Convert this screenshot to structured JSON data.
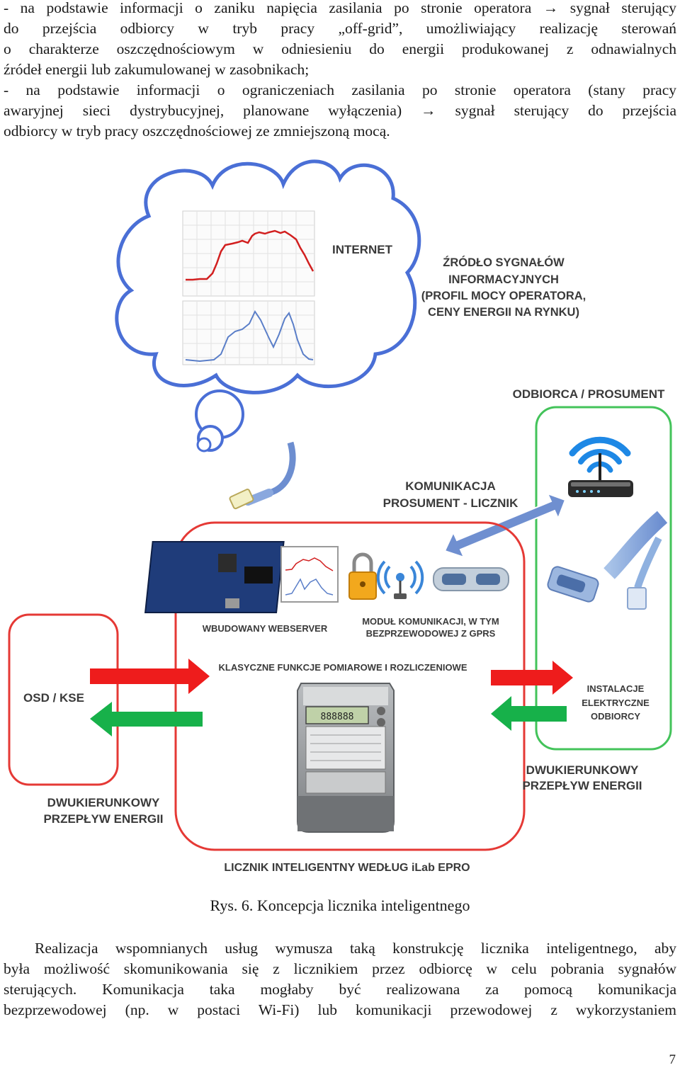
{
  "top_paragraph": {
    "lines": [
      "- na podstawie informacji o zaniku napięcia zasilania po stronie operatora → sygnał sterujący",
      "do przejścia odbiorcy w tryb pracy „off-grid”, umożliwiający realizację sterowań",
      "o charakterze oszczędnościowym w odniesieniu do energii produkowanej z odnawialnych",
      "źródeł energii lub zakumulowanej w zasobnikach;",
      "- na podstawie informacji o ograniczeniach zasilania po stronie operatora (stany pracy",
      "awaryjnej sieci dystrybucyjnej, planowane wyłączenia) → sygnał sterujący do przejścia",
      "odbiorcy w tryb pracy oszczędnościowej ze zmniejszoną mocą."
    ]
  },
  "figure": {
    "labels": {
      "internet": "INTERNET",
      "source_line1": "ŹRÓDŁO SYGNAŁÓW",
      "source_line2": "INFORMACYJNYCH",
      "source_line3": "(PROFIL MOCY OPERATORA,",
      "source_line4": "CENY ENERGII NA RYNKU)",
      "consumer": "ODBIORCA / PROSUMENT",
      "comm_line1": "KOMUNIKACJA",
      "comm_line2": "PROSUMENT - LICZNIK",
      "webserver": "WBUDOWANY WEBSERVER",
      "module_line1": "MODUŁ KOMUNIKACJI, W TYM",
      "module_line2": "BEZPRZEWODOWEJ Z GPRS",
      "classic": "KLASYCZNE FUNKCJE POMIAROWE I ROZLICZENIOWE",
      "osd": "OSD / KSE",
      "install_line1": "INSTALACJE",
      "install_line2": "ELEKTRYCZNE",
      "install_line3": "ODBIORCY",
      "bidir_right_line1": "DWUKIERUNKOWY",
      "bidir_right_line2": "PRZEPŁYW ENERGII",
      "bidir_left_line1": "DWUKIERUNKOWY",
      "bidir_left_line2": "PRZEPŁYW ENERGII",
      "meter_title": "LICZNIK INTELIGENTNY WEDŁUG iLab EPRO"
    },
    "colors": {
      "red_frame": "#e53935",
      "green_frame": "#43c35a",
      "red_arrow": "#ee1c1c",
      "green_arrow": "#17b14a",
      "comm_arrow": "#6f8fd0",
      "cloud_stroke": "#4a6fd6",
      "chart_line_red": "#d21f1f",
      "chart_line_blue": "#5a7ec8"
    }
  },
  "caption": "Rys. 6. Koncepcja licznika inteligentnego",
  "bottom_paragraph": {
    "lines": [
      "Realizacja wspomnianych usług wymusza taką konstrukcję licznika inteligentnego, aby",
      "była możliwość skomunikowania się z licznikiem przez odbiorcę w celu pobrania sygnałów",
      "sterujących. Komunikacja taka mogłaby być realizowana za pomocą komunikacja",
      "bezprzewodowej (np. w postaci Wi-Fi) lub komunikacji przewodowej z wykorzystaniem"
    ]
  },
  "page_number": "7"
}
